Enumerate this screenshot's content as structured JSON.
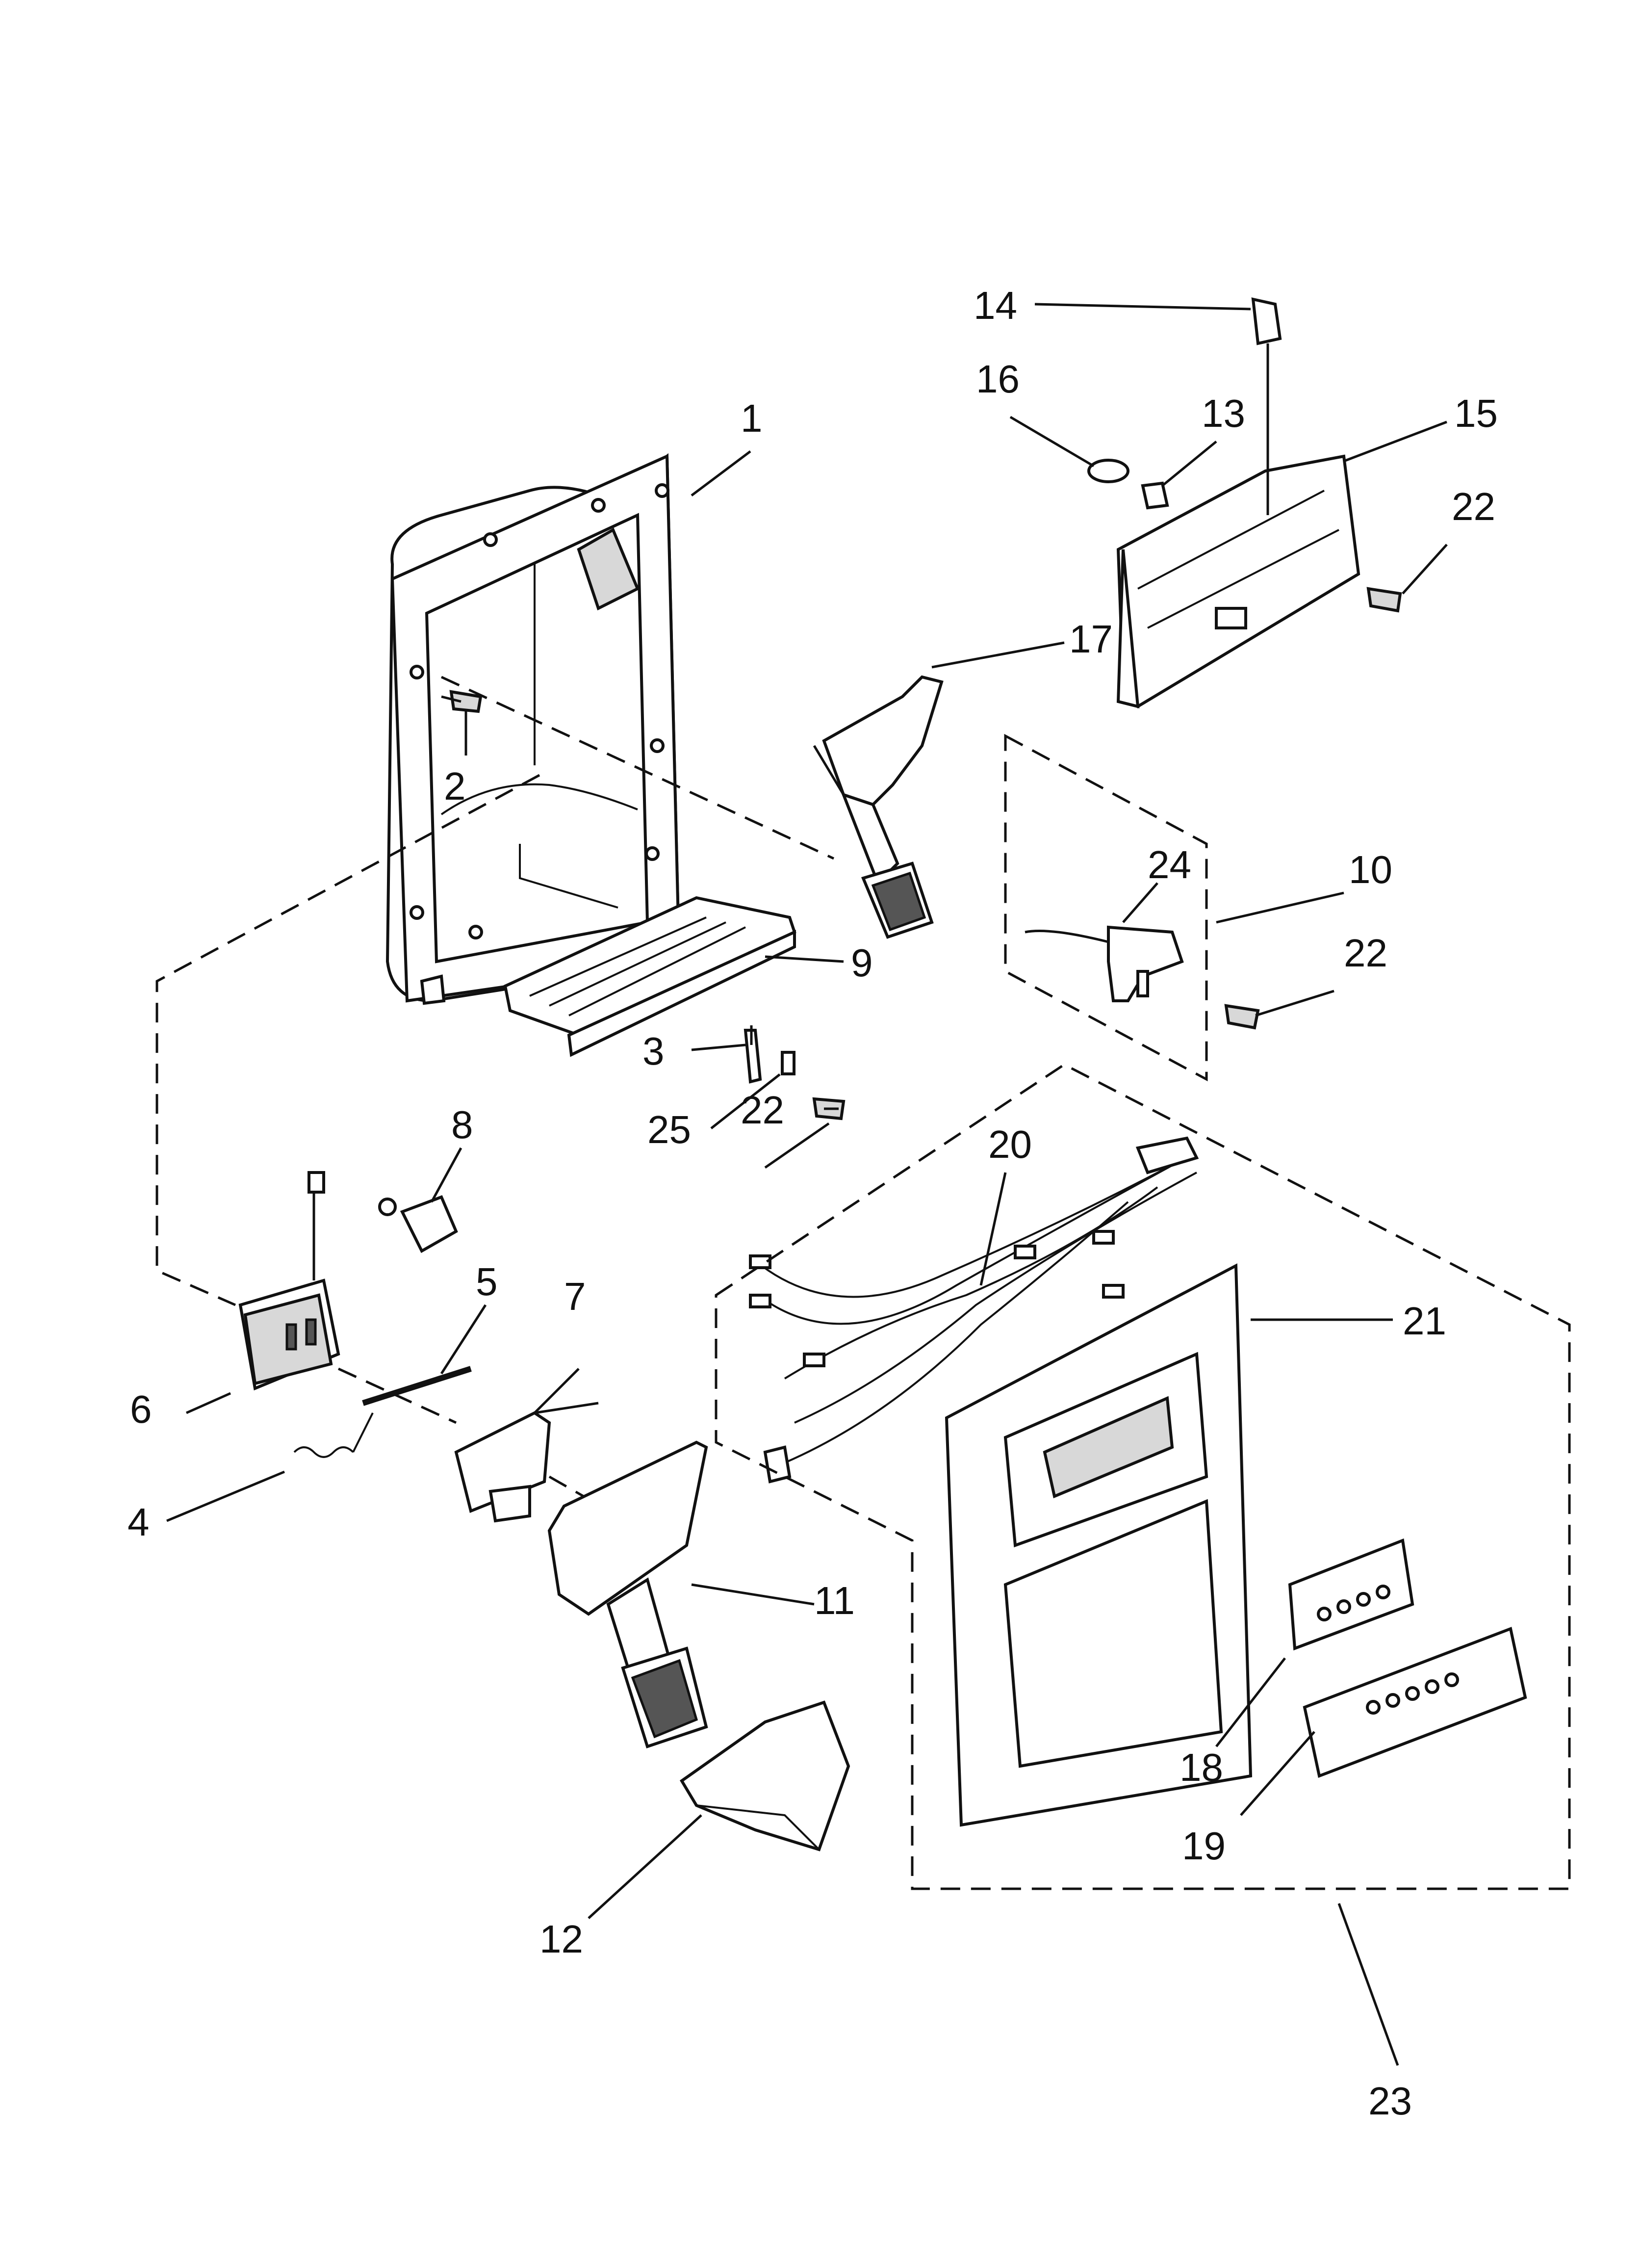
{
  "diagram": {
    "callouts": [
      {
        "id": "1",
        "text": "1"
      },
      {
        "id": "2",
        "text": "2"
      },
      {
        "id": "3",
        "text": "3"
      },
      {
        "id": "4",
        "text": "4"
      },
      {
        "id": "5",
        "text": "5"
      },
      {
        "id": "6",
        "text": "6"
      },
      {
        "id": "7",
        "text": "7"
      },
      {
        "id": "8",
        "text": "8"
      },
      {
        "id": "9",
        "text": "9"
      },
      {
        "id": "10",
        "text": "10"
      },
      {
        "id": "11",
        "text": "11"
      },
      {
        "id": "12",
        "text": "12"
      },
      {
        "id": "13",
        "text": "13"
      },
      {
        "id": "14",
        "text": "14"
      },
      {
        "id": "15",
        "text": "15"
      },
      {
        "id": "16",
        "text": "16"
      },
      {
        "id": "17",
        "text": "17"
      },
      {
        "id": "18",
        "text": "18"
      },
      {
        "id": "19",
        "text": "19"
      },
      {
        "id": "20",
        "text": "20"
      },
      {
        "id": "21",
        "text": "21"
      },
      {
        "id": "22a",
        "text": "22"
      },
      {
        "id": "22b",
        "text": "22"
      },
      {
        "id": "22c",
        "text": "22"
      },
      {
        "id": "23",
        "text": "23"
      },
      {
        "id": "24",
        "text": "24"
      },
      {
        "id": "25",
        "text": "25"
      }
    ]
  }
}
